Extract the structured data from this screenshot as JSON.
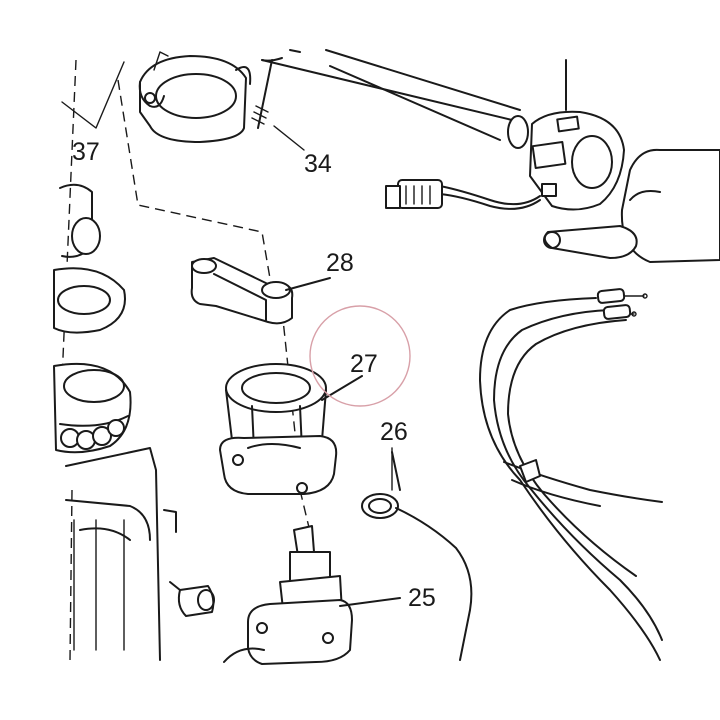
{
  "callouts": {
    "c25": "25",
    "c26": "26",
    "c27": "27",
    "c28": "28",
    "c34": "34",
    "c37": "37"
  },
  "highlight_color": "#d8a0a8",
  "line_color": "#1a1a1a"
}
